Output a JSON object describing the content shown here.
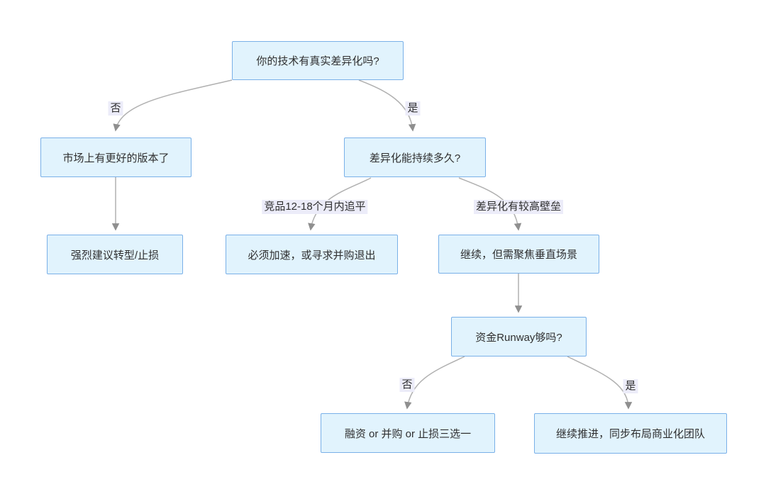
{
  "diagram": {
    "type": "flowchart",
    "direction": "top-down",
    "palette": {
      "node_fill": "#e1f3fd",
      "node_border": "#79b0e8",
      "node_text": "#2f2f2f",
      "edge_label_bg": "#ececf9",
      "edge_label_text": "#2f2f2f",
      "edge_line": "#b0b0b0",
      "arrowhead": "#8f8f8f"
    },
    "nodes": [
      {
        "id": "root",
        "label": "你的技术有真实差异化吗?"
      },
      {
        "id": "market-better",
        "label": "市场上有更好的版本了"
      },
      {
        "id": "pivot",
        "label": "强烈建议转型/止损"
      },
      {
        "id": "duration",
        "label": "差异化能持续多久?"
      },
      {
        "id": "accelerate",
        "label": "必须加速，或寻求并购退出"
      },
      {
        "id": "focus-vertical",
        "label": "继续，但需聚焦垂直场景"
      },
      {
        "id": "runway",
        "label": "资金Runway够吗?"
      },
      {
        "id": "three-options",
        "label": "融资 or 并购 or 止损三选一"
      },
      {
        "id": "continue-commercialize",
        "label": "继续推进，同步布局商业化团队"
      }
    ],
    "edges": [
      {
        "from": "root",
        "to": "market-better",
        "label": "否"
      },
      {
        "from": "root",
        "to": "duration",
        "label": "是"
      },
      {
        "from": "market-better",
        "to": "pivot",
        "label": ""
      },
      {
        "from": "duration",
        "to": "accelerate",
        "label": "竞品12-18个月内追平"
      },
      {
        "from": "duration",
        "to": "focus-vertical",
        "label": "差异化有较高壁垒"
      },
      {
        "from": "focus-vertical",
        "to": "runway",
        "label": ""
      },
      {
        "from": "runway",
        "to": "three-options",
        "label": "否"
      },
      {
        "from": "runway",
        "to": "continue-commercialize",
        "label": "是"
      }
    ]
  }
}
